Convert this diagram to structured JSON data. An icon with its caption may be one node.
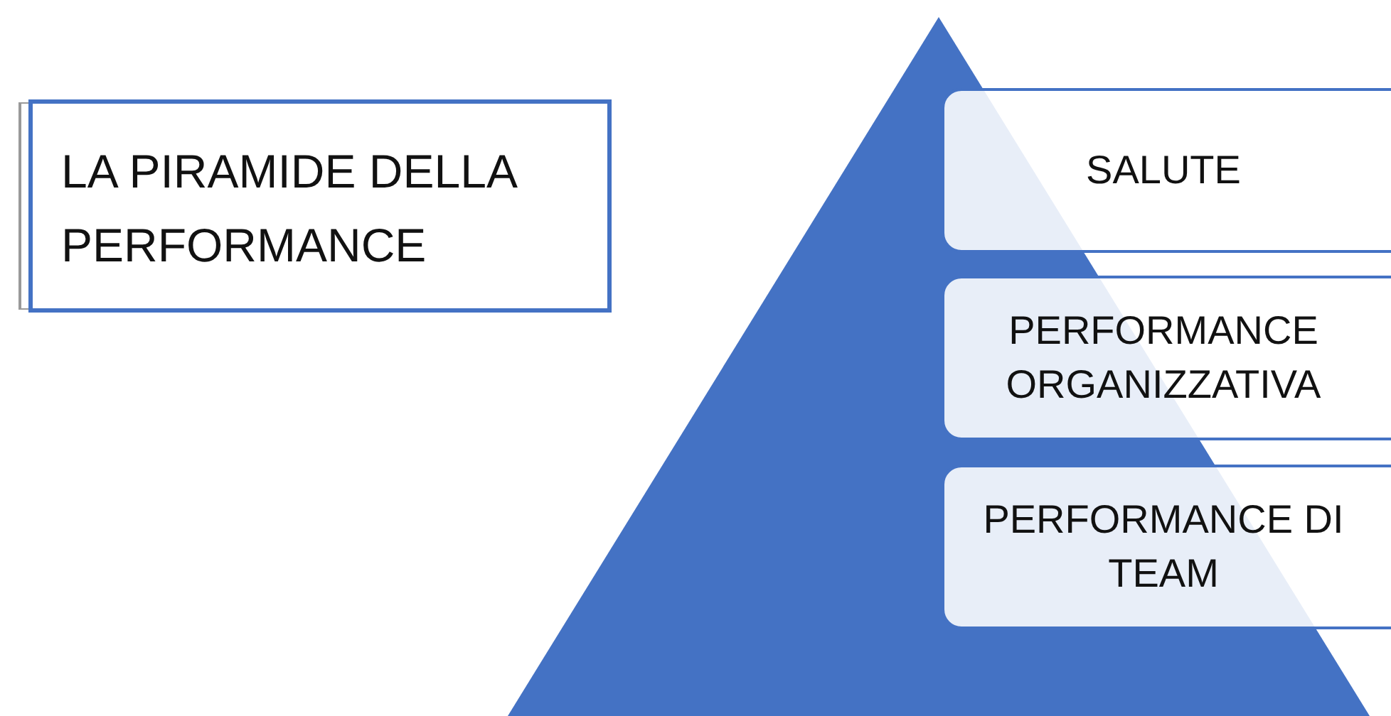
{
  "diagram": {
    "title": "LA PIRAMIDE DELLA PERFORMANCE",
    "nodes": [
      {
        "text": [
          "SALUTE"
        ]
      },
      {
        "text": [
          "PERFORMANCE ORGANIZZATIVA"
        ]
      },
      {
        "text": [
          "PERFORMANCE DI TEAM"
        ]
      }
    ]
  }
}
